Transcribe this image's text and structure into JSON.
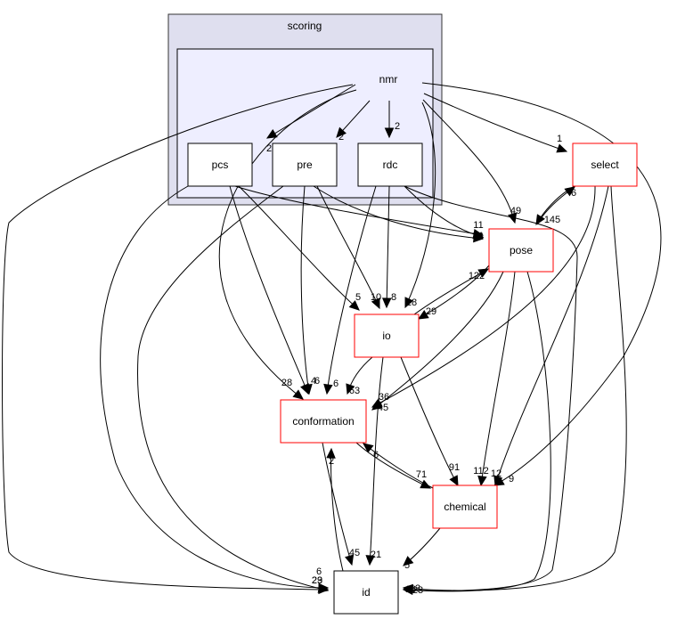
{
  "clusters": [
    {
      "id": "scoring",
      "label": "scoring",
      "fill": "#dfdfef",
      "stroke": "#333333"
    },
    {
      "id": "nmr",
      "label": "nmr",
      "fill": "#eeeeff",
      "stroke": "#000000"
    }
  ],
  "nodes": [
    {
      "id": "pcs",
      "label": "pcs",
      "stroke": "#000000"
    },
    {
      "id": "pre",
      "label": "pre",
      "stroke": "#000000"
    },
    {
      "id": "rdc",
      "label": "rdc",
      "stroke": "#000000"
    },
    {
      "id": "select",
      "label": "select",
      "stroke": "#ff0000"
    },
    {
      "id": "pose",
      "label": "pose",
      "stroke": "#ff0000"
    },
    {
      "id": "io",
      "label": "io",
      "stroke": "#ff0000"
    },
    {
      "id": "conformation",
      "label": "conformation",
      "stroke": "#ff0000"
    },
    {
      "id": "chemical",
      "label": "chemical",
      "stroke": "#ff0000"
    },
    {
      "id": "id",
      "label": "id",
      "stroke": "#000000"
    }
  ],
  "edges": [
    {
      "from": "nmr",
      "to": "pcs",
      "label": "2"
    },
    {
      "from": "nmr",
      "to": "pre",
      "label": "2"
    },
    {
      "from": "nmr",
      "to": "rdc",
      "label": "2"
    },
    {
      "from": "nmr",
      "to": "select",
      "label": "1"
    },
    {
      "from": "nmr",
      "to": "pose",
      "label": "49"
    },
    {
      "from": "nmr",
      "to": "io",
      "label": "28"
    },
    {
      "from": "nmr",
      "to": "conformation",
      "label": "28"
    },
    {
      "from": "nmr",
      "to": "chemical",
      "label": "9"
    },
    {
      "from": "nmr",
      "to": "id",
      "label": "6"
    },
    {
      "from": "pcs",
      "to": "pose",
      "label": "14"
    },
    {
      "from": "pcs",
      "to": "io",
      "label": "5"
    },
    {
      "from": "pcs",
      "to": "conformation",
      "label": "4"
    },
    {
      "from": "pcs",
      "to": "id",
      "label": "29"
    },
    {
      "from": "pre",
      "to": "pose",
      "label": "11"
    },
    {
      "from": "pre",
      "to": "io",
      "label": "10"
    },
    {
      "from": "pre",
      "to": "conformation",
      "label": "6"
    },
    {
      "from": "pre",
      "to": "id",
      "label": "23"
    },
    {
      "from": "rdc",
      "to": "pose",
      "label": "14"
    },
    {
      "from": "rdc",
      "to": "io",
      "label": "8"
    },
    {
      "from": "rdc",
      "to": "conformation",
      "label": "6"
    },
    {
      "from": "rdc",
      "to": "id",
      "label": "18"
    },
    {
      "from": "select",
      "to": "pose",
      "label": "145"
    },
    {
      "from": "select",
      "to": "conformation",
      "label": "36"
    },
    {
      "from": "select",
      "to": "chemical",
      "label": "12"
    },
    {
      "from": "select",
      "to": "id",
      "label": "23"
    },
    {
      "from": "pose",
      "to": "select",
      "label": "6"
    },
    {
      "from": "pose",
      "to": "io",
      "label": "29"
    },
    {
      "from": "pose",
      "to": "conformation",
      "label": "45"
    },
    {
      "from": "pose",
      "to": "chemical",
      "label": "112"
    },
    {
      "from": "pose",
      "to": "id",
      "label": "13"
    },
    {
      "from": "io",
      "to": "pose",
      "label": "122"
    },
    {
      "from": "io",
      "to": "conformation",
      "label": "63"
    },
    {
      "from": "io",
      "to": "chemical",
      "label": "91"
    },
    {
      "from": "io",
      "to": "id",
      "label": "21"
    },
    {
      "from": "conformation",
      "to": "chemical",
      "label": "71"
    },
    {
      "from": "conformation",
      "to": "id",
      "label": "45"
    },
    {
      "from": "chemical",
      "to": "conformation",
      "label": "6"
    },
    {
      "from": "chemical",
      "to": "id",
      "label": "5"
    },
    {
      "from": "id",
      "to": "conformation",
      "label": "2"
    }
  ]
}
